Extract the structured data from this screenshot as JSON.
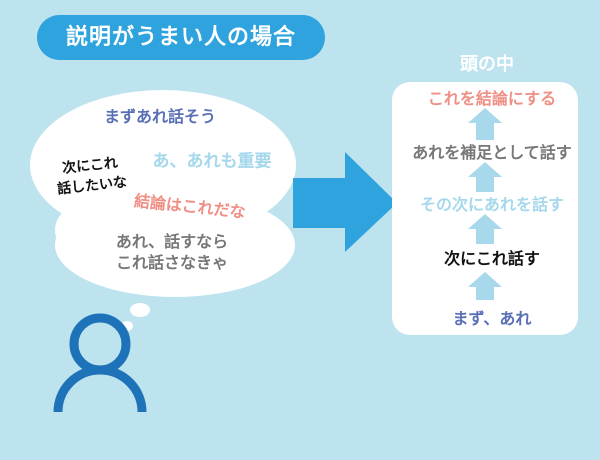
{
  "title": "説明がうまい人の場合",
  "cloud": {
    "thought1": "まずあれ話そう",
    "thought2_line1": "次にこれ",
    "thought2_line2": "話したいな",
    "thought3": "あ、あれも重要",
    "thought4": "結論はこれだな",
    "thought5_line1": "あれ、話すなら",
    "thought5_line2": "これ話さなきゃ"
  },
  "panel": {
    "heading": "頭の中",
    "steps": [
      "これを結論にする",
      "あれを補足として話す",
      "その次にあれを話す",
      "次にこれ話す",
      "まず、あれ"
    ]
  },
  "colors": {
    "background": "#bde3ef",
    "accent": "#2ea3dd",
    "navy": "#5a6fb5",
    "pink": "#ef8f85",
    "lightblue": "#a5d8ec",
    "gray": "#777777",
    "person": "#1e73b8"
  }
}
